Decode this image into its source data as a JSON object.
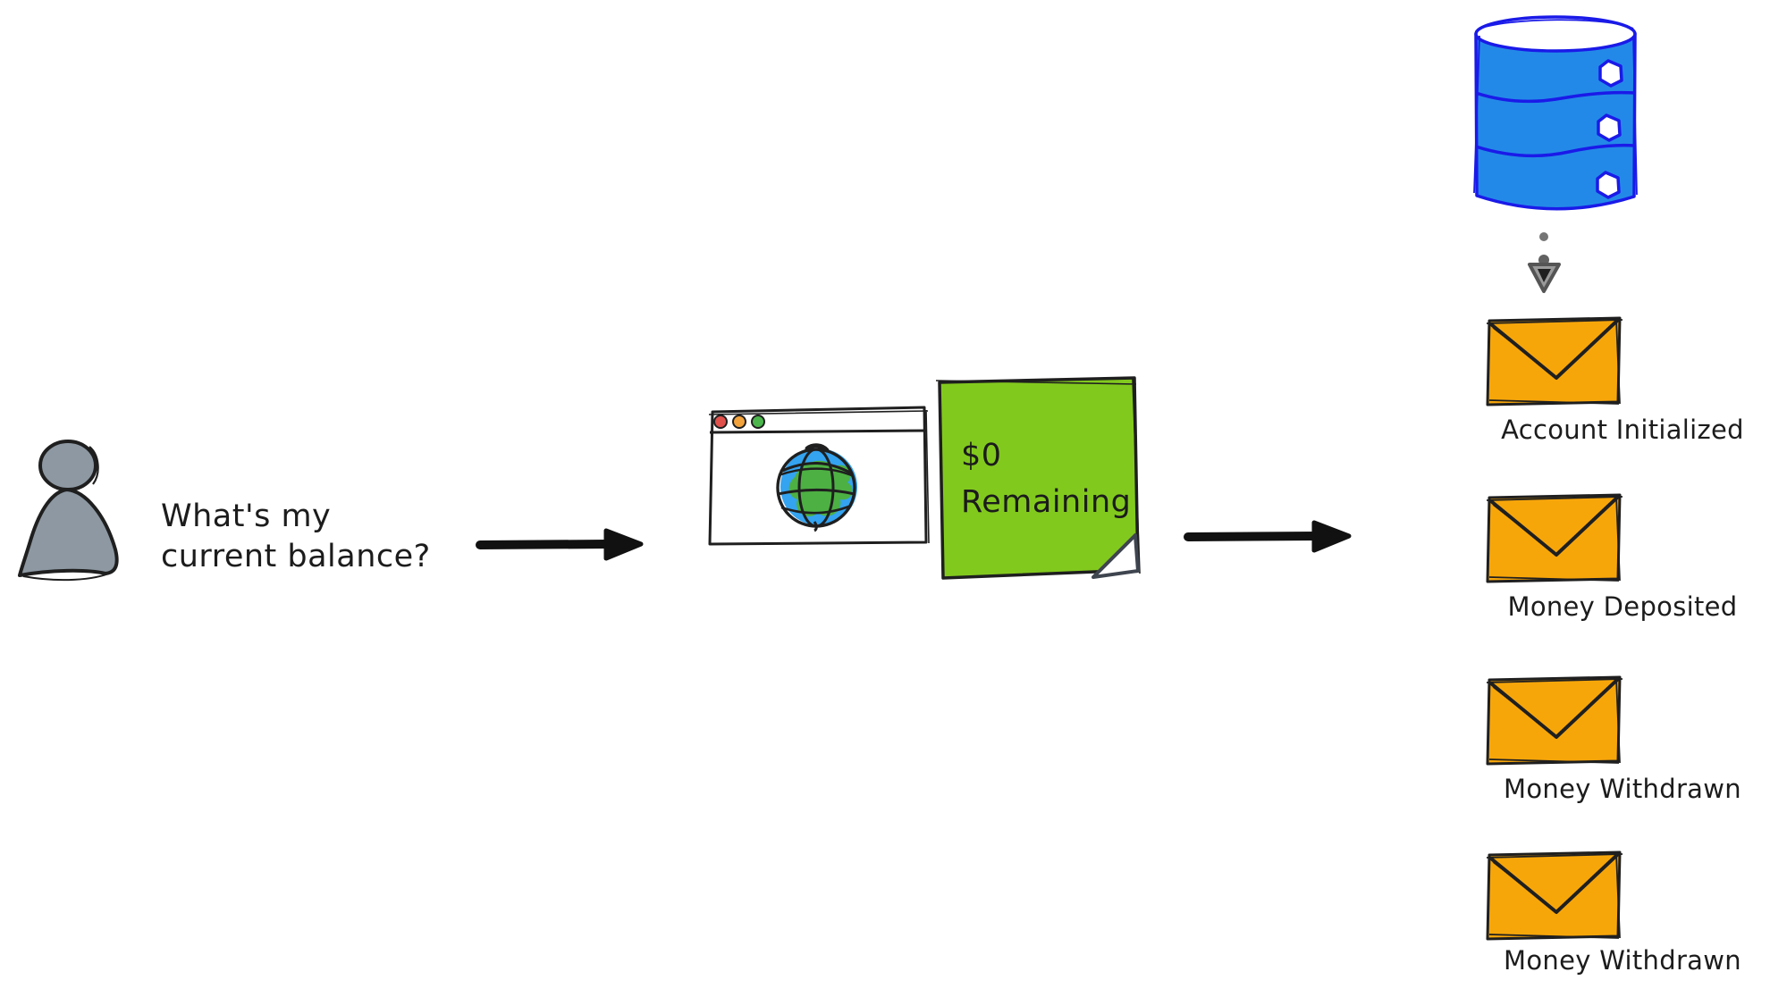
{
  "actor": {
    "question_line1": "What's my",
    "question_line2": "current balance?"
  },
  "projection": {
    "sticky_line1": "$0",
    "sticky_line2": "Remaining"
  },
  "events": {
    "items": [
      {
        "label": "Account Initialized"
      },
      {
        "label": "Money Deposited"
      },
      {
        "label": "Money Withdrawn"
      },
      {
        "label": "Money Withdrawn"
      }
    ]
  },
  "icons": [
    "person-icon",
    "arrow-right-icon",
    "browser-window-icon",
    "globe-icon",
    "sticky-note-icon",
    "arrow-right-icon",
    "database-icon",
    "arrow-down-dotted-icon",
    "envelope-icon"
  ],
  "colors": {
    "ink": "#1f1f1f",
    "person_gray": "#8d98a2",
    "sticky_green": "#82c91e",
    "envelope_orange": "#f7a60a",
    "database_blue": "#2389e8",
    "database_stroke": "#1a1ae8",
    "globe_blue": "#34a3f0",
    "globe_green": "#4db043",
    "traffic_red": "#e0514c",
    "traffic_amber": "#f2a33c",
    "traffic_green": "#4cb64c",
    "fold_gray": "#3f454f",
    "dotted_arrow_gray": "#757575"
  }
}
